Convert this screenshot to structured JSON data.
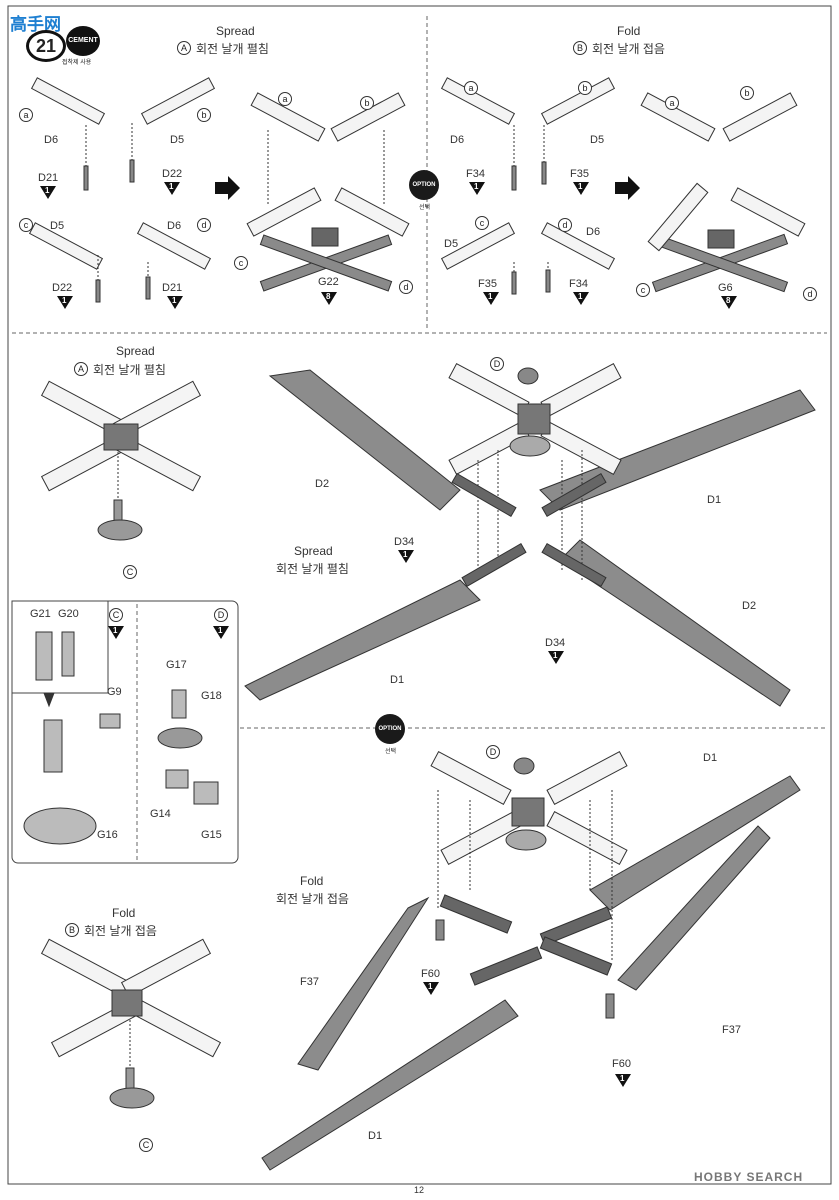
{
  "header": {
    "step_number": "21",
    "cement_label": "CEMENT",
    "cement_caption": "접착제 사용",
    "watermark_site": "高手网"
  },
  "top_left": {
    "title_en": "Spread",
    "title_ko": "회전 날개 펼침",
    "marker": "A",
    "parts": [
      "D6",
      "D5",
      "D21",
      "D22",
      "D5",
      "D6",
      "D22",
      "D21",
      "G22"
    ],
    "qty": {
      "d21a": "1",
      "d22a": "1",
      "d22b": "1",
      "d21b": "1",
      "g22": "8"
    },
    "circles": [
      "a",
      "b",
      "c",
      "d",
      "a",
      "b",
      "c",
      "d"
    ]
  },
  "top_right": {
    "title_en": "Fold",
    "title_ko": "회전 날개 접음",
    "marker": "B",
    "option_label": "OPTION",
    "option_caption": "선택",
    "parts": [
      "D6",
      "D5",
      "F34",
      "F35",
      "D5",
      "D6",
      "F35",
      "F34",
      "G6"
    ],
    "qty": {
      "f34a": "1",
      "f35a": "1",
      "f35b": "1",
      "f34b": "1",
      "g6": "8"
    },
    "circles": [
      "a",
      "b",
      "c",
      "d",
      "a",
      "b",
      "c",
      "d"
    ]
  },
  "mid_left": {
    "title_en": "Spread",
    "marker": "A",
    "title_ko": "회전 날개 펼침",
    "callout": "C"
  },
  "inset": {
    "label_c": "C",
    "label_d": "D",
    "qty_c": "1",
    "qty_d": "1",
    "parts": [
      "G21",
      "G20",
      "G9",
      "G16",
      "G17",
      "G18",
      "G14",
      "G15"
    ]
  },
  "mid_right": {
    "marker": "D",
    "parts": {
      "d2a": "D2",
      "d1a": "D1",
      "d34a": "D34",
      "d1b": "D1",
      "d2b": "D2",
      "d34b": "D34"
    },
    "qty": {
      "d34a": "1",
      "d34b": "1"
    },
    "title_en": "Spread",
    "title_ko": "회전 날개 펼침"
  },
  "bottom_left": {
    "title_en": "Fold",
    "marker": "B",
    "title_ko": "회전 날개 접음",
    "callout": "C"
  },
  "bottom_right": {
    "option_label": "OPTION",
    "option_caption": "선택",
    "marker": "D",
    "title_en": "Fold",
    "title_ko": "회전 날개 접음",
    "parts": {
      "d1a": "D1",
      "f60a": "F60",
      "f37a": "F37",
      "f37b": "F37",
      "f60b": "F60",
      "d1b": "D1"
    },
    "qty": {
      "f60a": "1",
      "f60b": "1"
    }
  },
  "footer": {
    "page_number": "12",
    "watermark": "HOBBY SEARCH"
  }
}
